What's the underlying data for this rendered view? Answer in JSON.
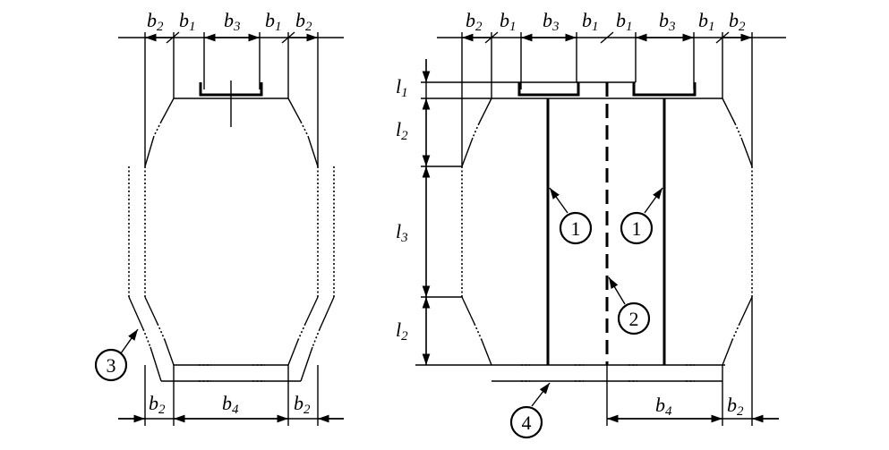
{
  "labels": {
    "b1": {
      "main": "b",
      "sub": "1"
    },
    "b2": {
      "main": "b",
      "sub": "2"
    },
    "b3": {
      "main": "b",
      "sub": "3"
    },
    "b4": {
      "main": "b",
      "sub": "4"
    },
    "l1": {
      "main": "l",
      "sub": "1"
    },
    "l2": {
      "main": "l",
      "sub": "2"
    },
    "l3": {
      "main": "l",
      "sub": "3"
    }
  },
  "callouts": [
    "1",
    "2",
    "3",
    "4"
  ]
}
